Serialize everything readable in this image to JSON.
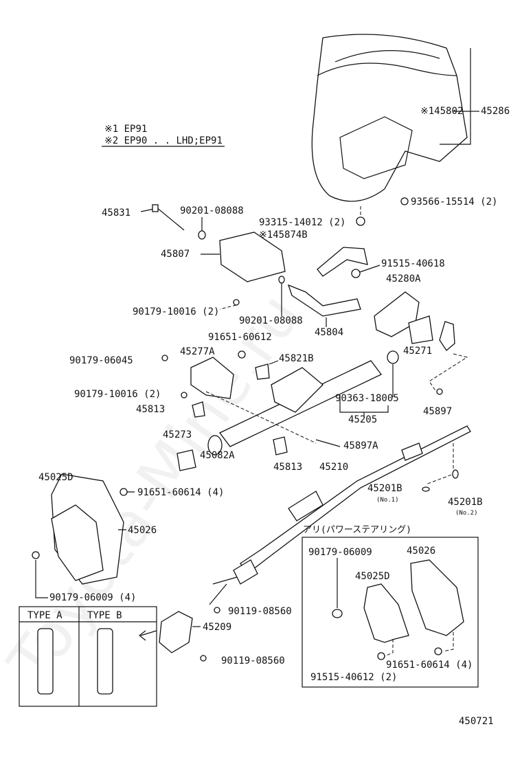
{
  "notes": {
    "note1": "※1 EP91",
    "note2": "※2 EP90 . . LHD;EP91"
  },
  "labels": {
    "l45802": "※145802",
    "l45286": "45286",
    "l93566": "93566-15514 (2)",
    "l45831": "45831",
    "l90201a": "90201-08088",
    "l93315": "93315-14012 (2)",
    "l45874b": "※145874B",
    "l45807": "45807",
    "l91515a": "91515-40618",
    "l45280a": "45280A",
    "l90179a": "90179-10016 (2)",
    "l90201b": "90201-08088",
    "l45804": "45804",
    "l91651a": "91651-60612",
    "l90179b": "90179-06045",
    "l45277a": "45277A",
    "l45821b": "45821B",
    "l45271": "45271",
    "l90179c": "90179-10016 (2)",
    "l90363": "90363-18005",
    "l45897": "45897",
    "l45205": "45205",
    "l45813a": "45813",
    "l45273": "45273",
    "l45897a": "45897A",
    "l45082a": "45082A",
    "l45813b": "45813",
    "l45210": "45210",
    "l45025d": "45025D",
    "l91651b": "91651-60614 (4)",
    "l45201b1": "45201B",
    "l45201b1n": "(No.1)",
    "l45201b2": "45201B",
    "l45201b2n": "(No.2)",
    "l45026": "45026",
    "l90179d": "90179-06009 (4)",
    "l90119a": "90119-08560",
    "l45209": "45209",
    "l90119b": "90119-08560",
    "typeA": "TYPE A",
    "typeB": "TYPE B",
    "diagram_id": "450721"
  },
  "inset": {
    "title": "アリ(パワーステアリング)",
    "l90179": "90179-06009",
    "l45026": "45026",
    "l45025d": "45025D",
    "l91651": "91651-60614 (4)",
    "l91515": "91515-40612 (2)"
  },
  "watermark": "Toyota-Mine.ru"
}
